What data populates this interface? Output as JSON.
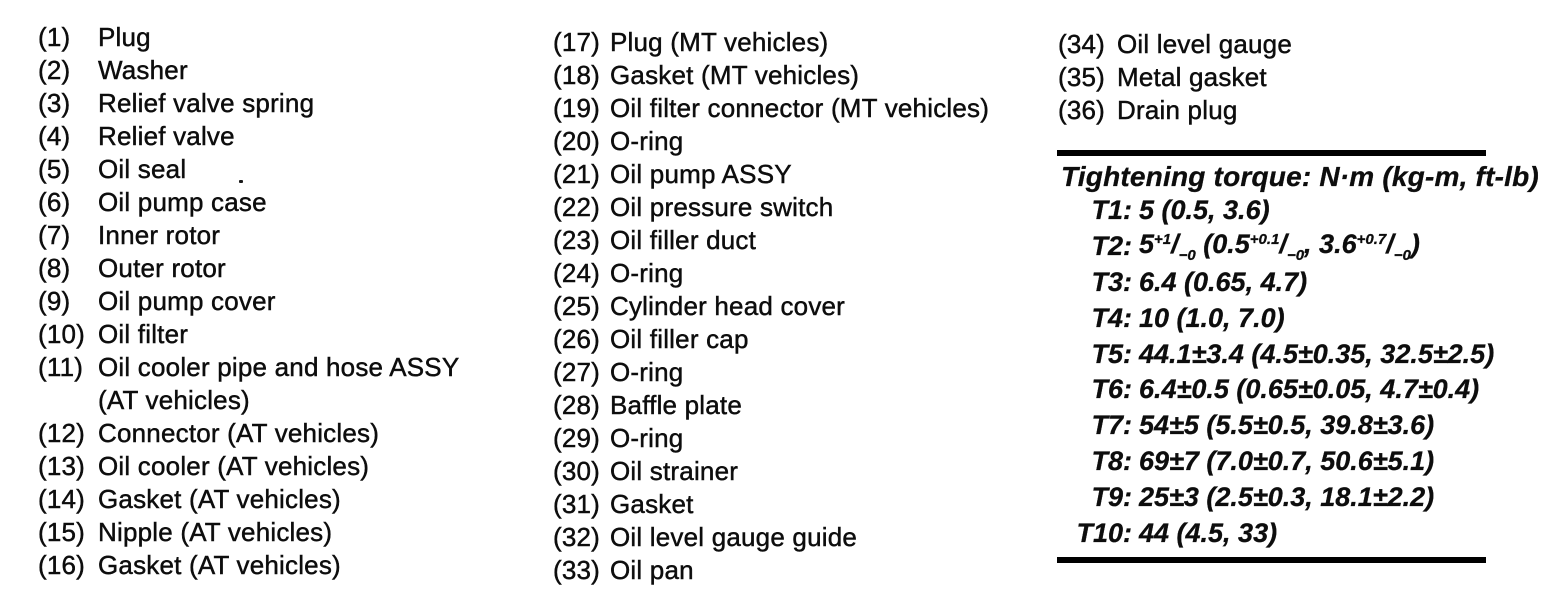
{
  "paper_color": "#ffffff",
  "ink_color": "#0d0d0d",
  "parts": {
    "columns": [
      {
        "items": [
          {
            "num": "(1)",
            "label": "Plug"
          },
          {
            "num": "(2)",
            "label": "Washer"
          },
          {
            "num": "(3)",
            "label": "Relief valve spring"
          },
          {
            "num": "(4)",
            "label": "Relief valve"
          },
          {
            "num": "(5)",
            "label": "Oil seal"
          },
          {
            "num": "(6)",
            "label": "Oil pump case"
          },
          {
            "num": "(7)",
            "label": "Inner rotor"
          },
          {
            "num": "(8)",
            "label": "Outer rotor"
          },
          {
            "num": "(9)",
            "label": "Oil pump cover"
          },
          {
            "num": "(10)",
            "label": "Oil filter"
          },
          {
            "num": "(11)",
            "label": "Oil cooler pipe and hose ASSY",
            "label2": "(AT vehicles)"
          },
          {
            "num": "(12)",
            "label": "Connector (AT vehicles)"
          },
          {
            "num": "(13)",
            "label": "Oil cooler (AT vehicles)"
          },
          {
            "num": "(14)",
            "label": "Gasket (AT vehicles)"
          },
          {
            "num": "(15)",
            "label": "Nipple (AT vehicles)"
          },
          {
            "num": "(16)",
            "label": "Gasket (AT vehicles)"
          }
        ]
      },
      {
        "items": [
          {
            "num": "(17)",
            "label": "Plug (MT vehicles)"
          },
          {
            "num": "(18)",
            "label": "Gasket (MT vehicles)"
          },
          {
            "num": "(19)",
            "label": "Oil filter connector (MT vehicles)"
          },
          {
            "num": "(20)",
            "label": "O-ring"
          },
          {
            "num": "(21)",
            "label": "Oil pump ASSY"
          },
          {
            "num": "(22)",
            "label": "Oil pressure switch"
          },
          {
            "num": "(23)",
            "label": "Oil filler duct"
          },
          {
            "num": "(24)",
            "label": "O-ring"
          },
          {
            "num": "(25)",
            "label": "Cylinder head cover"
          },
          {
            "num": "(26)",
            "label": "Oil filler cap"
          },
          {
            "num": "(27)",
            "label": "O-ring"
          },
          {
            "num": "(28)",
            "label": "Baffle plate"
          },
          {
            "num": "(29)",
            "label": "O-ring"
          },
          {
            "num": "(30)",
            "label": "Oil strainer"
          },
          {
            "num": "(31)",
            "label": "Gasket"
          },
          {
            "num": "(32)",
            "label": "Oil level gauge guide"
          },
          {
            "num": "(33)",
            "label": "Oil pan"
          }
        ]
      },
      {
        "items": [
          {
            "num": "(34)",
            "label": "Oil level gauge"
          },
          {
            "num": "(35)",
            "label": "Metal gasket"
          },
          {
            "num": "(36)",
            "label": "Drain plug"
          }
        ]
      }
    ]
  },
  "torque": {
    "title": "Tightening torque: N·m (kg-m, ft-lb)",
    "entries": [
      {
        "label": "T1:",
        "segments": [
          {
            "t": "5 (0.5, 3.6)"
          }
        ]
      },
      {
        "label": "T2:",
        "segments": [
          {
            "t": "5"
          },
          {
            "sup": "+1"
          },
          {
            "t": "/"
          },
          {
            "sub": "−0"
          },
          {
            "t": " (0.5"
          },
          {
            "sup": "+0.1"
          },
          {
            "t": "/"
          },
          {
            "sub": "−0"
          },
          {
            "t": ", 3.6"
          },
          {
            "sup": "+0.7"
          },
          {
            "t": "/"
          },
          {
            "sub": "−0"
          },
          {
            "t": ")"
          }
        ]
      },
      {
        "label": "T3:",
        "segments": [
          {
            "t": "6.4 (0.65, 4.7)"
          }
        ]
      },
      {
        "label": "T4:",
        "segments": [
          {
            "t": "10 (1.0, 7.0)"
          }
        ]
      },
      {
        "label": "T5:",
        "segments": [
          {
            "t": "44.1±3.4 (4.5±0.35, 32.5±2.5)"
          }
        ]
      },
      {
        "label": "T6:",
        "segments": [
          {
            "t": "6.4±0.5 (0.65±0.05, 4.7±0.4)"
          }
        ]
      },
      {
        "label": "T7:",
        "segments": [
          {
            "t": "54±5 (5.5±0.5, 39.8±3.6)"
          }
        ]
      },
      {
        "label": "T8:",
        "segments": [
          {
            "t": "69±7 (7.0±0.7, 50.6±5.1)"
          }
        ]
      },
      {
        "label": "T9:",
        "segments": [
          {
            "t": "25±3 (2.5±0.3, 18.1±2.2)"
          }
        ]
      },
      {
        "label": "T10:",
        "segments": [
          {
            "t": "44 (4.5, 33)"
          }
        ]
      }
    ]
  }
}
